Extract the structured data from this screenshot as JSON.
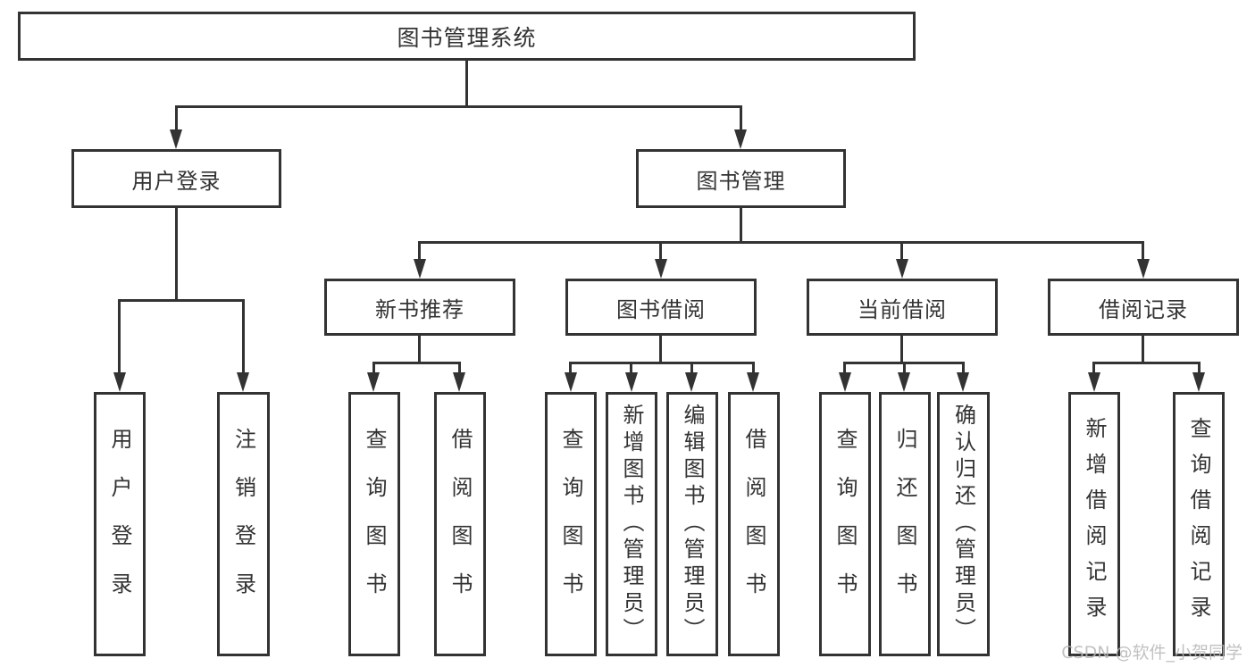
{
  "diagram": {
    "root": {
      "label": "图书管理系统"
    },
    "branches": [
      {
        "label": "用户登录",
        "children": [
          {
            "label": "用户登录"
          },
          {
            "label": "注销登录"
          }
        ]
      },
      {
        "label": "图书管理",
        "children": [
          {
            "label": "新书推荐",
            "children": [
              {
                "label": "查询图书"
              },
              {
                "label": "借阅图书"
              }
            ]
          },
          {
            "label": "图书借阅",
            "children": [
              {
                "label": "查询图书"
              },
              {
                "label": "新增图书（管理员）"
              },
              {
                "label": "编辑图书（管理员）"
              },
              {
                "label": "借阅图书"
              }
            ]
          },
          {
            "label": "当前借阅",
            "children": [
              {
                "label": "查询图书"
              },
              {
                "label": "归还图书"
              },
              {
                "label": "确认归还（管理员）"
              }
            ]
          },
          {
            "label": "借阅记录",
            "children": [
              {
                "label": "新增借阅记录"
              },
              {
                "label": "查询借阅记录"
              }
            ]
          }
        ]
      }
    ],
    "watermark": {
      "text": "CSDN @软件_小贺同学"
    },
    "colors": {
      "line": "#333333",
      "text": "#333333",
      "background": "#ffffff",
      "watermark": "#b7b7b7"
    }
  }
}
